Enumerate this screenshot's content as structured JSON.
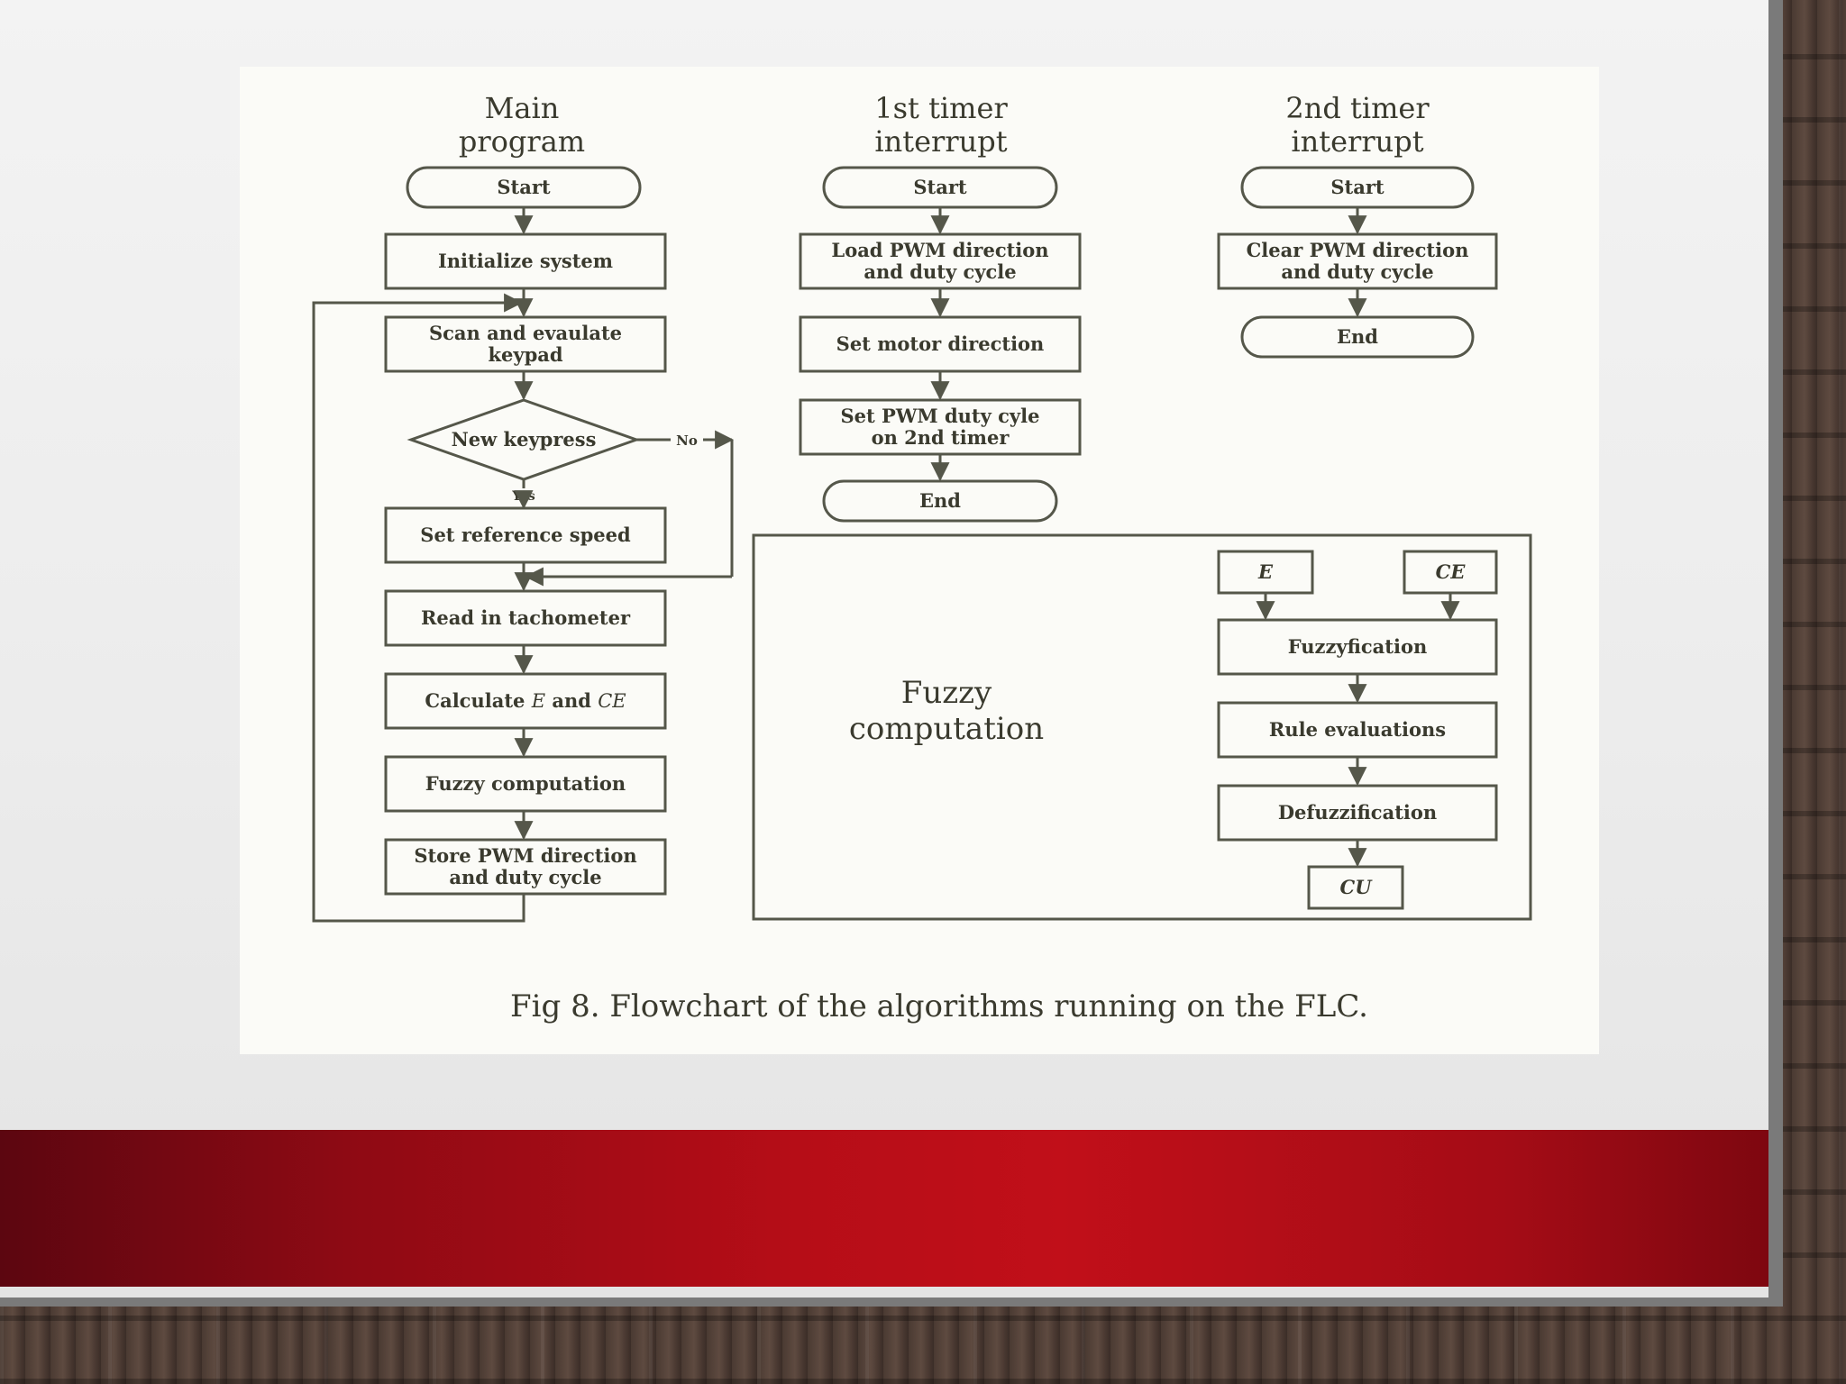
{
  "columns": {
    "main": {
      "title_line1": "Main",
      "title_line2": "program",
      "start": "Start",
      "initialize": "Initialize system",
      "scan_line1": "Scan and evaulate",
      "scan_line2": "keypad",
      "decision": "New keypress",
      "no_label": "No",
      "yes_label": "Yes",
      "set_ref": "Set reference speed",
      "read_tach": "Read in tachometer",
      "calc_prefix": "Calculate ",
      "calc_e": "E",
      "calc_and": " and ",
      "calc_ce": "CE",
      "fuzzy": "Fuzzy computation",
      "store_line1": "Store PWM direction",
      "store_line2": "and duty cycle"
    },
    "timer1": {
      "title_line1": "1st timer",
      "title_line2": "interrupt",
      "start": "Start",
      "load_line1": "Load PWM direction",
      "load_line2": "and duty cycle",
      "set_motor": "Set motor direction",
      "set_pwm_line1": "Set PWM duty cyle",
      "set_pwm_line2": "on 2nd timer",
      "end": "End"
    },
    "timer2": {
      "title_line1": "2nd timer",
      "title_line2": "interrupt",
      "start": "Start",
      "clear_line1": "Clear PWM direction",
      "clear_line2": "and duty cycle",
      "end": "End"
    }
  },
  "fuzzy_block": {
    "title_line1": "Fuzzy",
    "title_line2": "computation",
    "input_e": "E",
    "input_ce": "CE",
    "fuzzyfication": "Fuzzyfication",
    "rule_eval": "Rule evaluations",
    "defuzz": "Defuzzification",
    "output": "CU"
  },
  "caption": "Fig 8. Flowchart of the algorithms running on the FLC."
}
